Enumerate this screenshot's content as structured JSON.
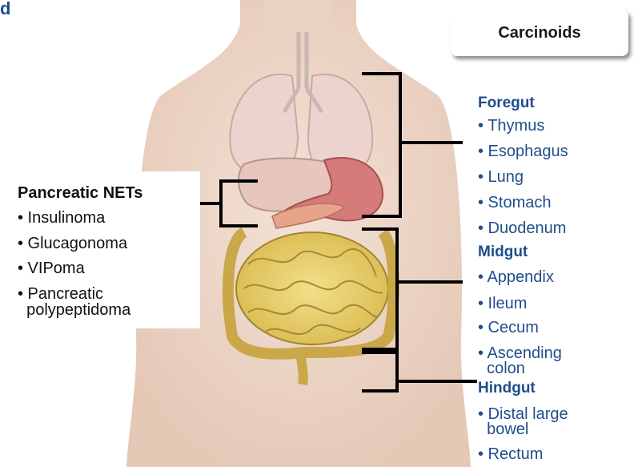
{
  "corner_glyph": "d",
  "carcinoids": {
    "title": "Carcinoids"
  },
  "pancreatic_nets": {
    "title": "Pancreatic NETs",
    "items": [
      "• Insulinoma",
      "• Glucagonoma",
      "• VIPoma",
      "• Pancreatic\n  polypeptidoma"
    ]
  },
  "foregut": {
    "title": "Foregut",
    "items": [
      "• Thymus",
      "• Esophagus",
      "• Lung",
      "• Stomach",
      "• Duodenum"
    ]
  },
  "midgut": {
    "title": "Midgut",
    "items": [
      "• Appendix",
      "• Ileum",
      "• Cecum",
      "• Ascending\n  colon"
    ]
  },
  "hindgut": {
    "title": "Hindgut",
    "items": [
      "• Distal large\n  bowel",
      "• Rectum"
    ]
  },
  "colors": {
    "label_blue": "#1f4e8c",
    "bracket": "#000000"
  }
}
